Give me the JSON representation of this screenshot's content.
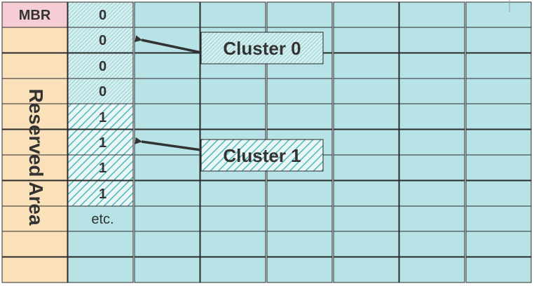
{
  "diagram": {
    "mbr_label": "MBR",
    "reserved_label": "Reserved Area",
    "sector_labels": [
      "0",
      "0",
      "0",
      "0",
      "1",
      "1",
      "1",
      "1",
      "etc."
    ],
    "callouts": [
      {
        "label": "Cluster 0",
        "points_to_sector": 1,
        "pattern": "fine"
      },
      {
        "label": "Cluster 1",
        "points_to_sector": 5,
        "pattern": "wide"
      }
    ],
    "colors": {
      "mbr": "#f7cdd5",
      "reserved": "#fbe1ba",
      "sector": "#b7e3e6",
      "hatch_fine": "#7cc3c4",
      "hatch_wide": "#4fb7bb",
      "border": "#2a2a2a",
      "text": "#333333"
    }
  }
}
